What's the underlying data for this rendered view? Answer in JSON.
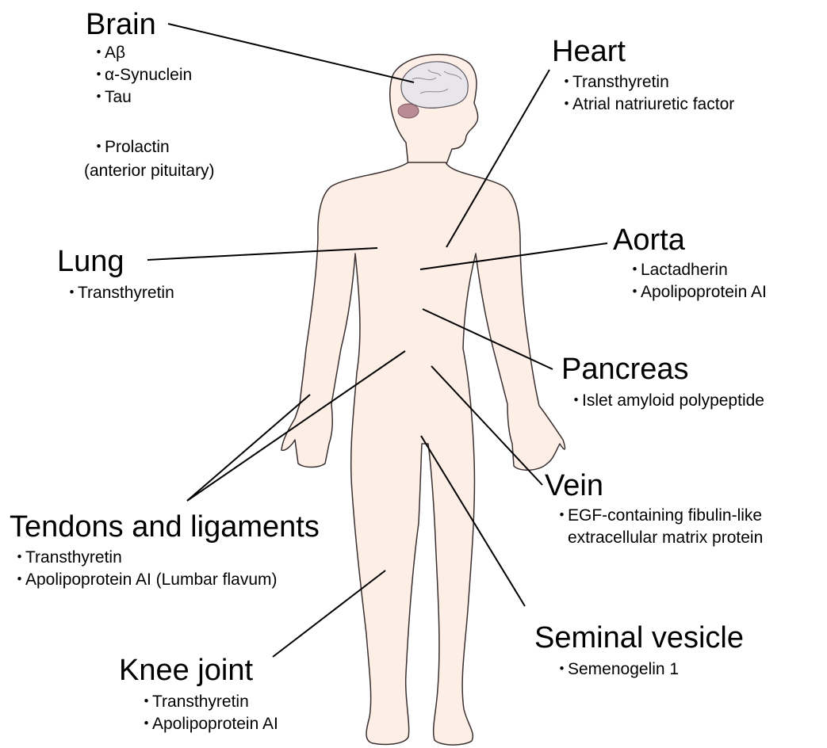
{
  "regions": {
    "brain": {
      "title": "Brain",
      "items": [
        "Aβ",
        "α-Synuclein",
        "Tau"
      ],
      "extra_item": "Prolactin",
      "extra_note": "(anterior pituitary)"
    },
    "heart": {
      "title": "Heart",
      "items": [
        "Transthyretin",
        "Atrial natriuretic factor"
      ]
    },
    "lung": {
      "title": "Lung",
      "items": [
        "Transthyretin"
      ]
    },
    "aorta": {
      "title": "Aorta",
      "items": [
        "Lactadherin",
        "Apolipoprotein AI"
      ]
    },
    "pancreas": {
      "title": "Pancreas",
      "items": [
        "Islet amyloid polypeptide"
      ]
    },
    "vein": {
      "title": "Vein",
      "item_line1": "EGF-containing fibulin-like",
      "item_line2": "extracellular matrix protein"
    },
    "tendons": {
      "title": "Tendons and ligaments",
      "items": [
        "Transthyretin",
        "Apolipoprotein AI (Lumbar flavum)"
      ]
    },
    "seminal": {
      "title": "Seminal vesicle",
      "items": [
        "Semenogelin 1"
      ]
    },
    "knee": {
      "title": "Knee joint",
      "items": [
        "Transthyretin",
        "Apolipoprotein AI"
      ]
    }
  },
  "colors": {
    "skin": "#fdeee6",
    "outline": "#3a3030",
    "brain": "#e8e6ea",
    "cerebellum": "#b98c94",
    "leader": "#000000"
  },
  "bullet": "・"
}
